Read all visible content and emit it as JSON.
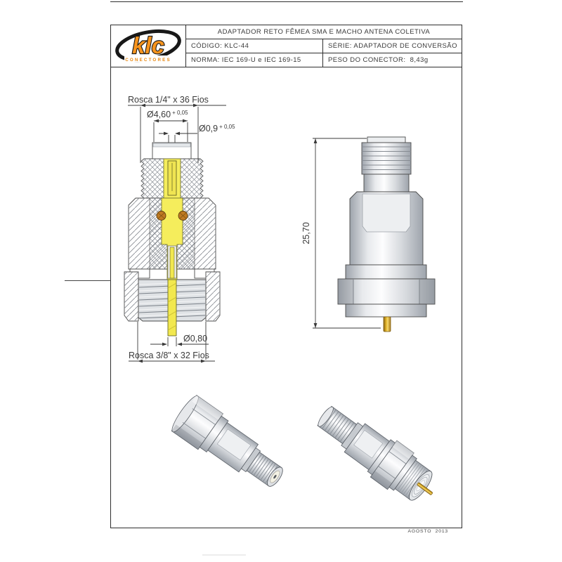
{
  "document": {
    "footer_date": "AGOSTO  2013"
  },
  "title_block": {
    "logo": {
      "name": "klc",
      "subtitle": "CONECTORES"
    },
    "title": "ADAPTADOR RETO FÊMEA SMA E MACHO ANTENA COLETIVA",
    "codigo_label": "CÓDIGO: KLC-44",
    "serie_label": "SÉRIE: ADAPTADOR DE CONVERSÃO",
    "norma_label": "NORMA: IEC 169-U e IEC 169-15",
    "peso_label": "PESO DO CONECTOR:  8,43g"
  },
  "drawing": {
    "section_view": {
      "thread_top_label": "Rosca 1/4\" x 36 Fios",
      "dia_cap": "Ø4,60",
      "dia_cap_tol": "+ 0,05",
      "dia_socket": "Ø0,9",
      "dia_socket_tol": "+ 0,05",
      "dia_pin": "Ø0,80",
      "thread_bottom_label": "Rosca 3/8\" x 32 Fios"
    },
    "side_view": {
      "overall_length": "25,70"
    }
  },
  "colors": {
    "logo_orange": "#F7941E",
    "line_color": "#3a3a3a",
    "dielectric_yellow": "#F5ED5C",
    "pin_gold": "#D9A627",
    "seal_orange": "#BF7A22",
    "metal_light": "#F2F3F5",
    "metal_dark": "#9EA4AC"
  }
}
